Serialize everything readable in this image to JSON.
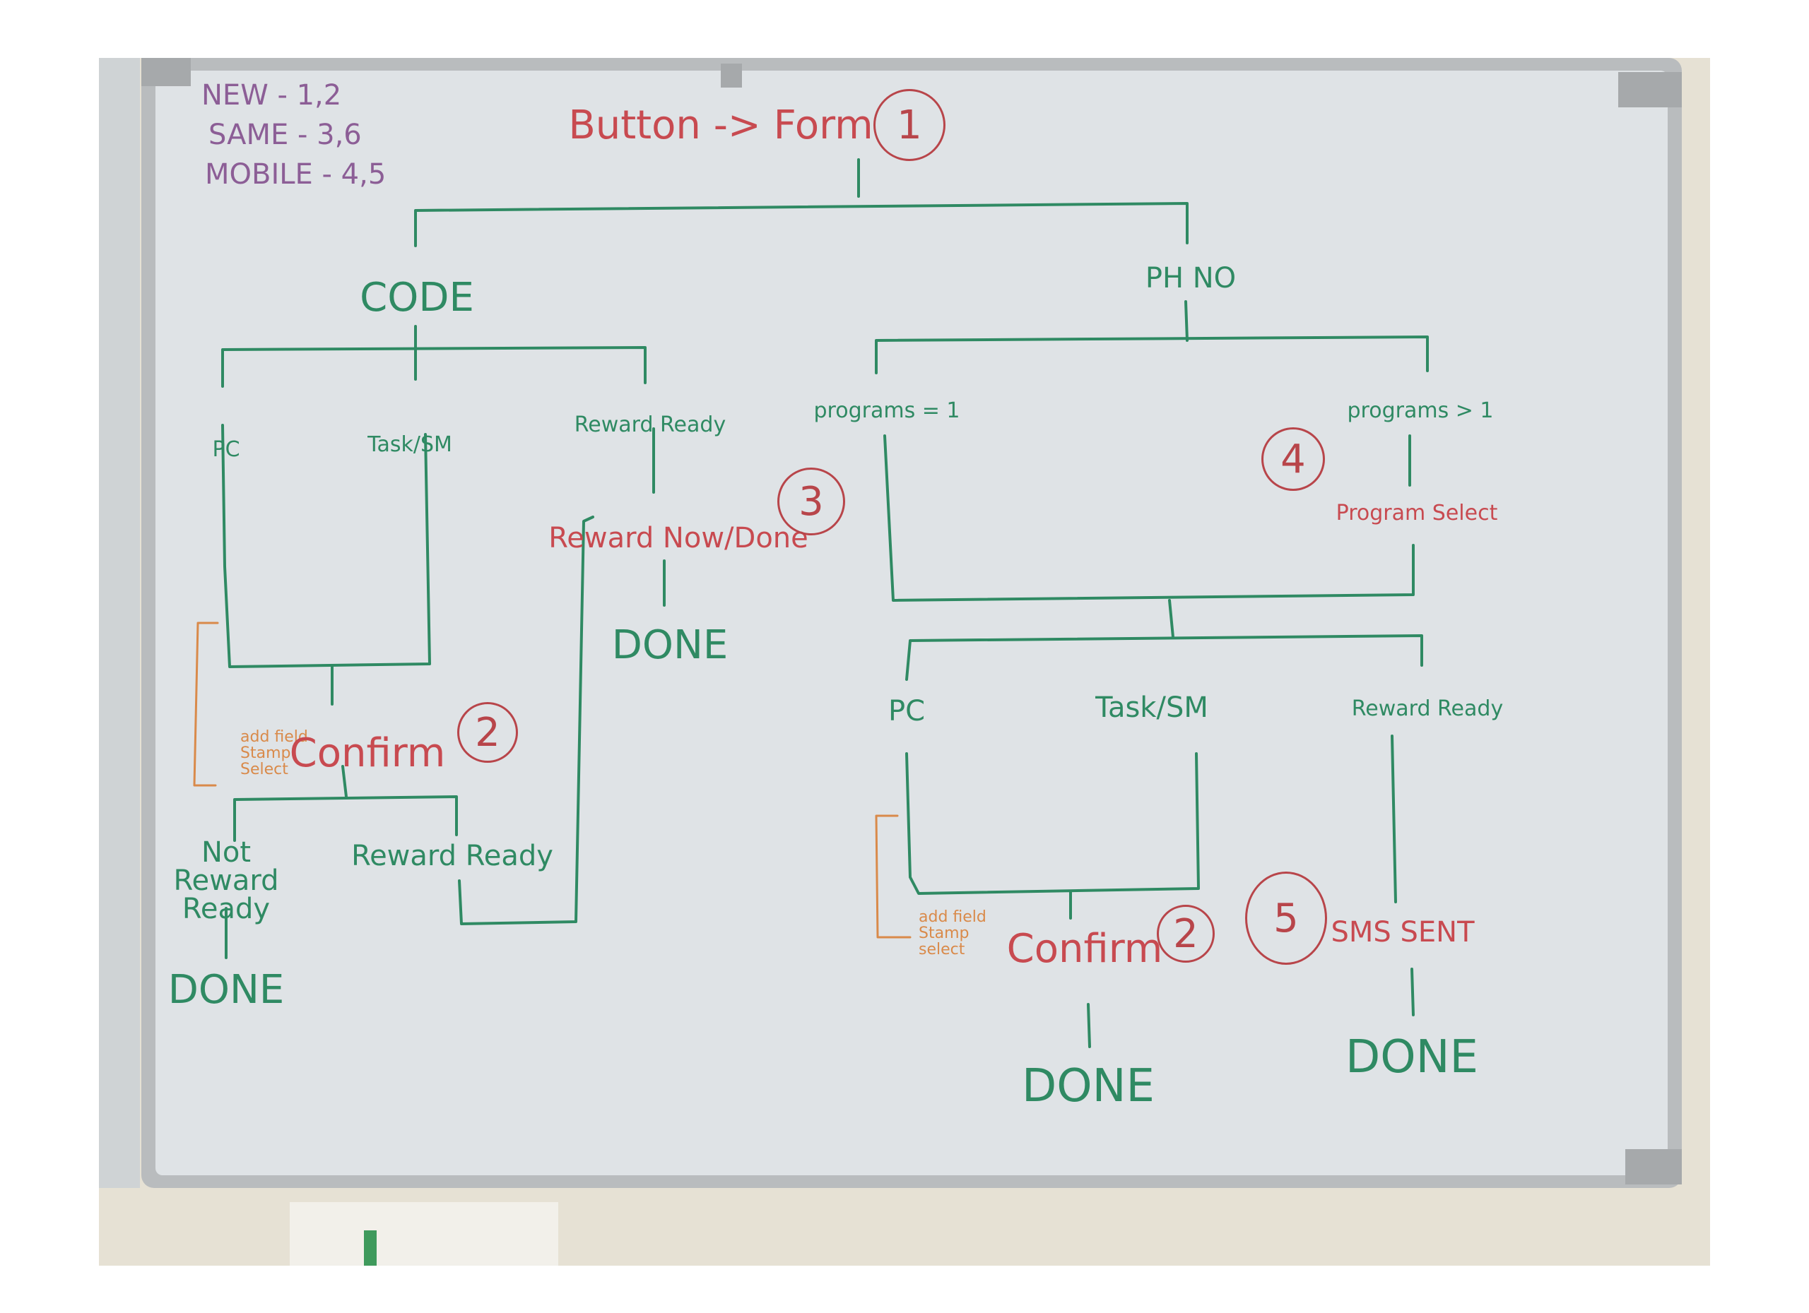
{
  "colors": {
    "green": "#2f8a63",
    "red": "#c84a50",
    "orange": "#d98a4a",
    "violet": "#8c5e96",
    "board": "#dfe3e6"
  },
  "legend": [
    "NEW - 1,2",
    "SAME - 3,6",
    "MOBILE - 4,5"
  ],
  "root": {
    "label": "Button -> Form",
    "badge": "1"
  },
  "left": {
    "label": "CODE",
    "children": [
      "PC",
      "Task/SM",
      "Reward Ready"
    ],
    "reward_now": "Reward Now/Done",
    "reward_now_badge": "3",
    "reward_done": "DONE",
    "note": [
      "add field",
      "Stamp",
      "Select"
    ],
    "confirm": "Confirm",
    "confirm_badge": "2",
    "outcomes": [
      "Not Reward Ready",
      "Reward Ready"
    ],
    "outcome_done": "DONE"
  },
  "right": {
    "label": "PH NO",
    "children": [
      "programs = 1",
      "programs > 1"
    ],
    "badge": "4",
    "program_select": "Program Select",
    "grandchildren": [
      "PC",
      "Task/SM",
      "Reward Ready"
    ],
    "note": [
      "add field",
      "Stamp",
      "select"
    ],
    "confirm": "Confirm",
    "confirm_badge": "2",
    "confirm_done": "DONE",
    "sms_badge": "5",
    "sms": "SMS SENT",
    "sms_done": "DONE"
  }
}
